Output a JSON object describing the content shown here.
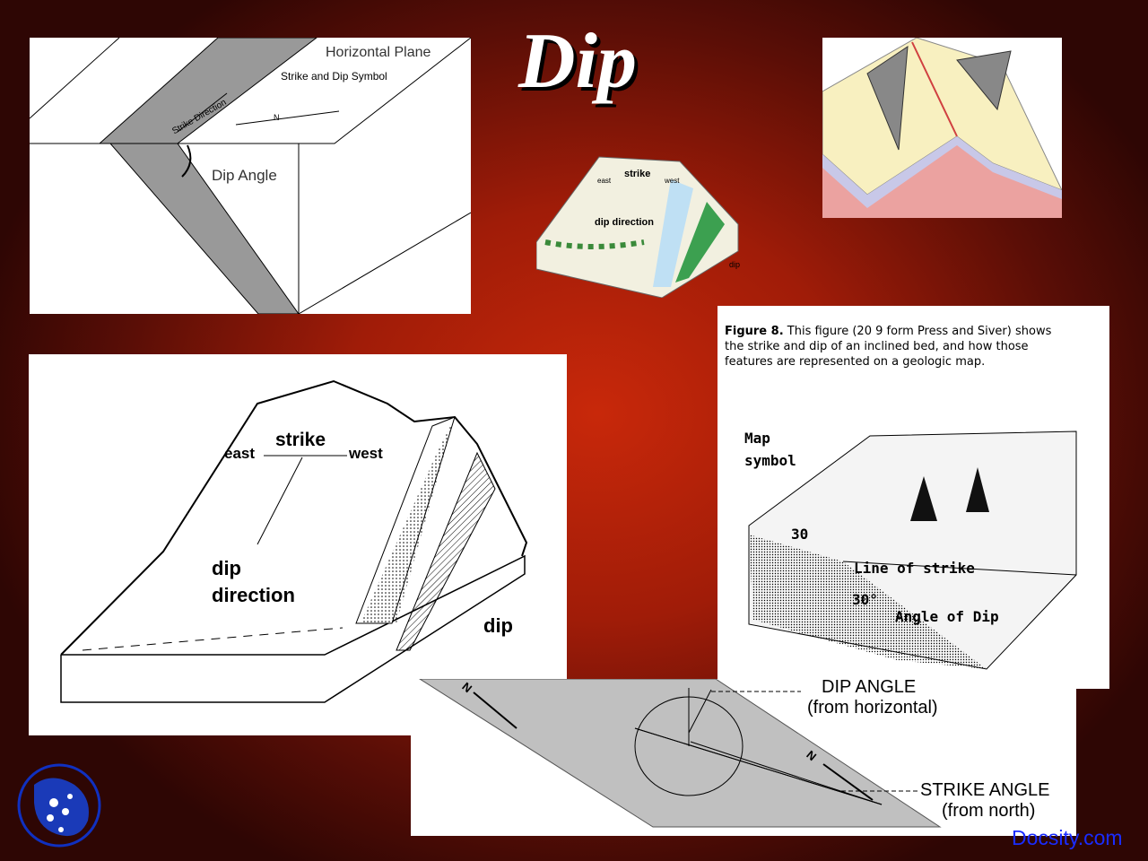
{
  "slide": {
    "title": "Dip",
    "watermark": "Docsity.com"
  },
  "fig_horizontal": {
    "horizontal_plane": "Horizontal Plane",
    "strike_dip_symbol": "Strike and Dip Symbol",
    "strike_direction": "Strike Direction",
    "n": "N",
    "dip_angle": "Dip Angle"
  },
  "fig_small": {
    "strike": "strike",
    "east": "east",
    "west": "west",
    "dip_direction": "dip direction",
    "dip": "dip"
  },
  "fig_large": {
    "strike": "strike",
    "east": "east",
    "west": "west",
    "dip_line1": "dip",
    "dip_line2": "direction",
    "dip": "dip"
  },
  "fig8": {
    "caption_bold": "Figure 8.",
    "caption_lines": [
      "This figure (20 9 form Press and Siver) shows",
      "the strike and dip of an inclined bed, and how those",
      "features are represented on a geologic map."
    ],
    "map_symbol_1": "Map",
    "map_symbol_2": "symbol",
    "value_30": "30",
    "line_of_strike": "Line of strike",
    "angle_30": "30°",
    "angle_of_dip": "Angle of Dip"
  },
  "fig_angles": {
    "dip_angle": "DIP ANGLE",
    "from_horizontal": "(from horizontal)",
    "strike_angle": "STRIKE ANGLE",
    "from_north": "(from north)",
    "n1": "N",
    "n2": "N"
  }
}
